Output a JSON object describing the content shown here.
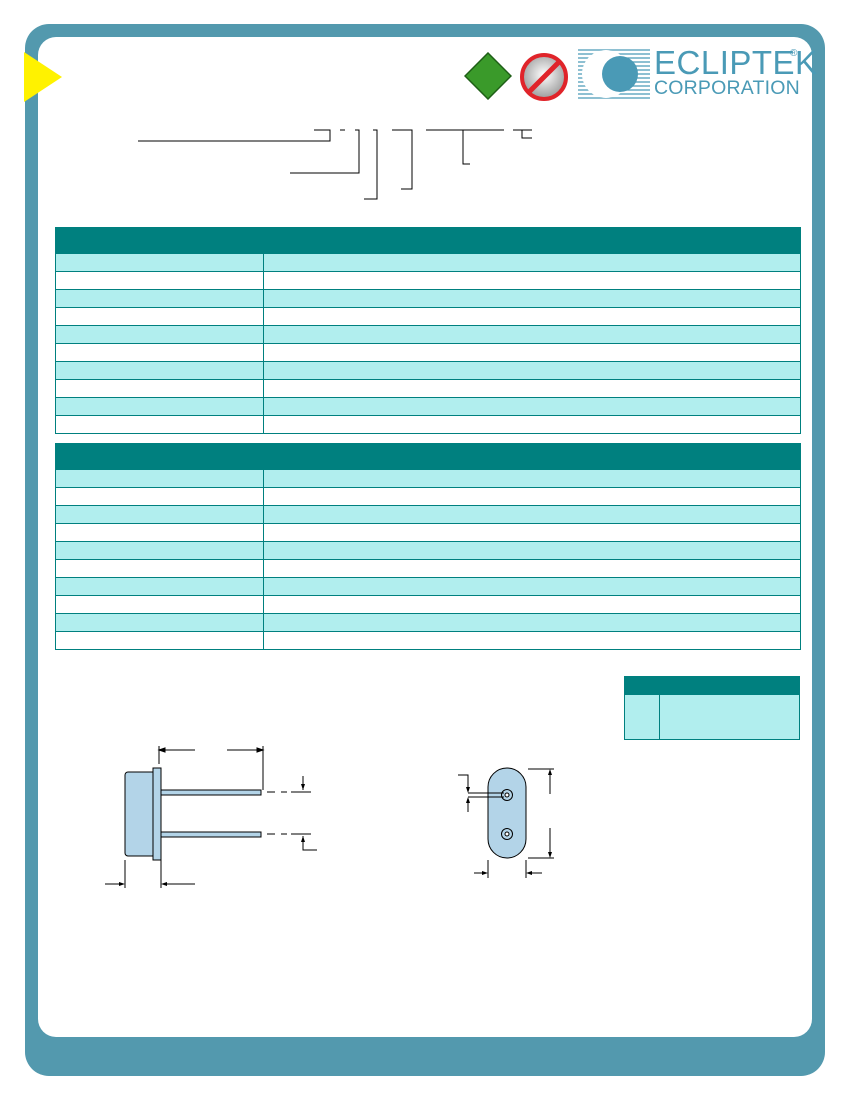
{
  "brand": {
    "name": "ECLIPTEK",
    "sub": "CORPORATION",
    "reg_mark": "®"
  },
  "colors": {
    "frame": "#5399ae",
    "header_teal": "#00807f",
    "row_light": "#b1eeee",
    "accent_yellow": "#fff200",
    "badge_green": "#3a9a2a",
    "noentry_red": "#e0242a",
    "logo_blue": "#4a9ab6",
    "part_blue": "#b3d4e8"
  },
  "icons": {
    "corner": "yellow-triangle-icon",
    "rohs": "green-diamond-icon",
    "no_lead": "no-entry-sign-icon",
    "logo": "ecliptek-moon-logo"
  },
  "tables": {
    "electrical": {
      "row_count": 10,
      "first_row_shaded": true
    },
    "environmental": {
      "row_count": 10,
      "first_row_shaded": true
    },
    "marking": {
      "rows": 1
    }
  }
}
